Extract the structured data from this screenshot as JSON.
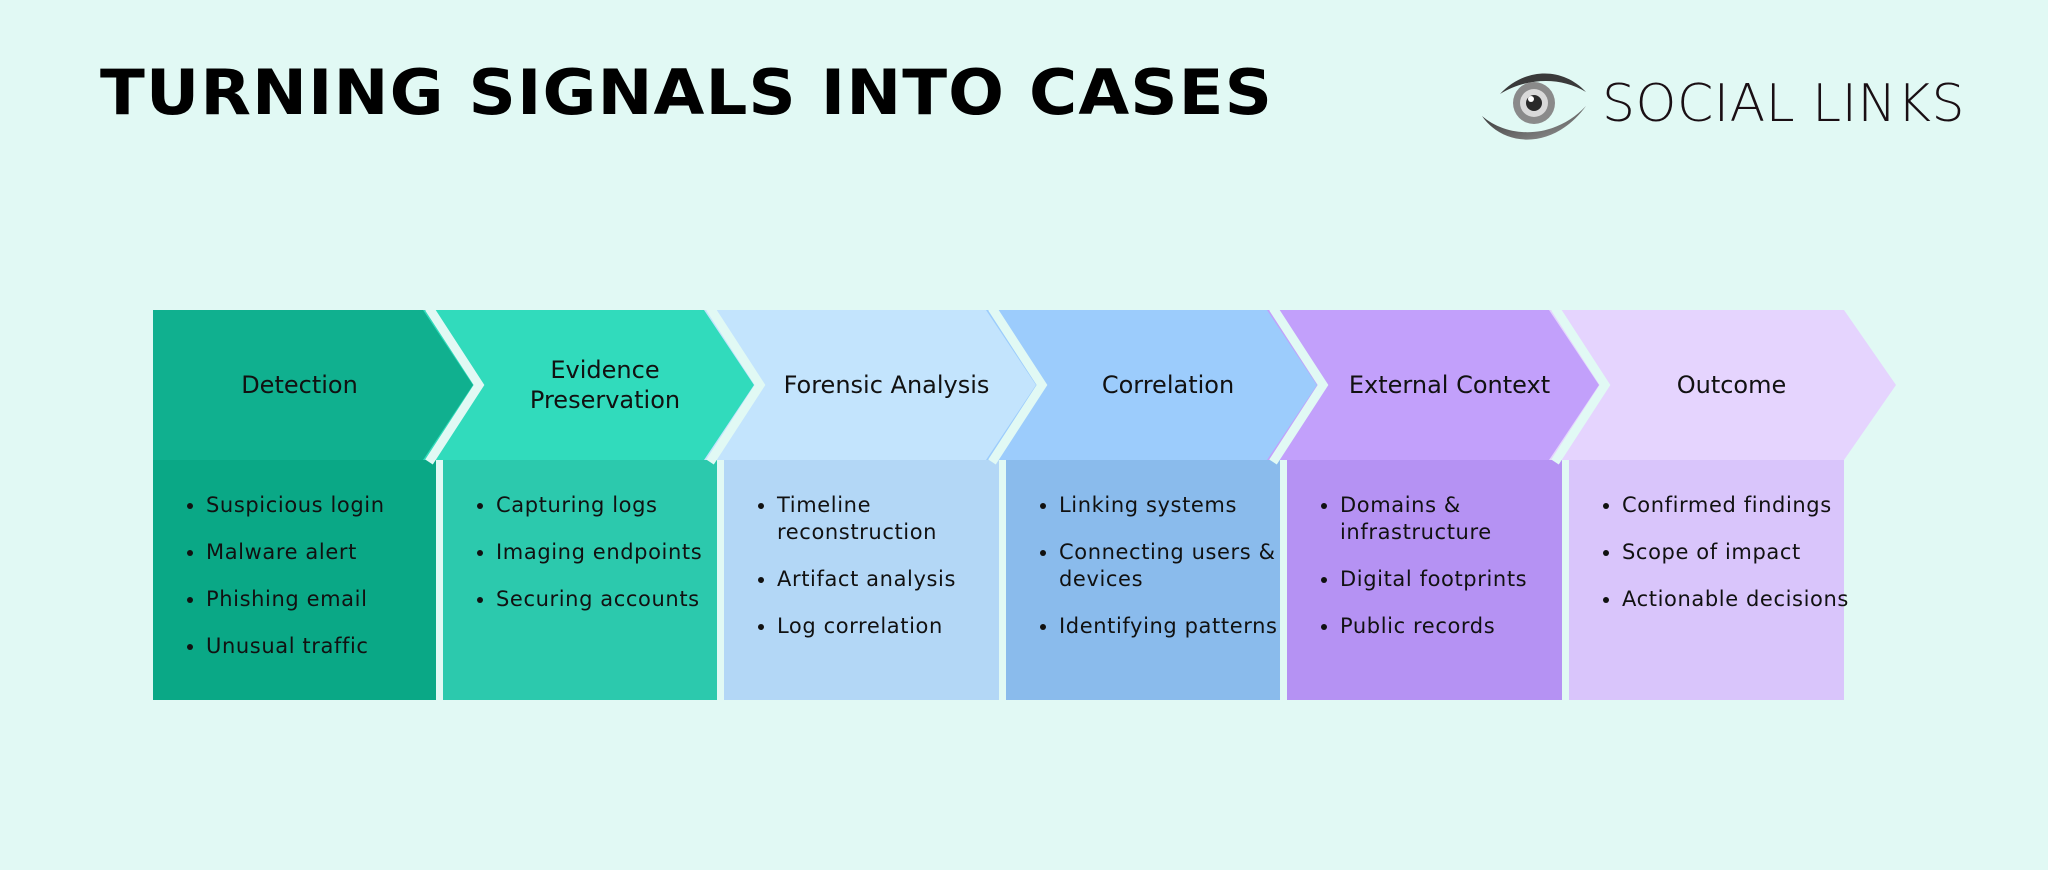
{
  "title": "TURNING SIGNALS INTO CASES",
  "logo": {
    "text": "SOCIAL LINKS",
    "icon": "eye-logo-icon"
  },
  "colors": {
    "background": "#e1f9f4"
  },
  "stages": [
    {
      "title_lines": [
        "Detection"
      ],
      "items": [
        "Suspicious login",
        "Malware alert",
        "Phishing email",
        "Unusual traffic"
      ],
      "header_color": "#10b08f",
      "body_color": "#0aa886"
    },
    {
      "title_lines": [
        "Evidence",
        "Preservation"
      ],
      "items": [
        "Capturing logs",
        "Imaging endpoints",
        "Securing accounts"
      ],
      "header_color": "#31dbbc",
      "body_color": "#2cc9ad"
    },
    {
      "title_lines": [
        "Forensic Analysis"
      ],
      "items": [
        "Timeline reconstruction",
        "Artifact analysis",
        "Log correlation"
      ],
      "header_color": "#c3e4fd",
      "body_color": "#b3d7f6"
    },
    {
      "title_lines": [
        "Correlation"
      ],
      "items": [
        "Linking systems",
        "Connecting users & devices",
        "Identifying patterns"
      ],
      "header_color": "#9cccfc",
      "body_color": "#8abbec"
    },
    {
      "title_lines": [
        "External Context"
      ],
      "items": [
        "Domains & infrastructure",
        "Digital footprints",
        "Public records"
      ],
      "header_color": "#c2a0fb",
      "body_color": "#b592f3"
    },
    {
      "title_lines": [
        "Outcome"
      ],
      "items": [
        "Confirmed findings",
        "Scope of impact",
        "Actionable decisions"
      ],
      "header_color": "#e5d4fe",
      "body_color": "#d9c5fb"
    }
  ]
}
